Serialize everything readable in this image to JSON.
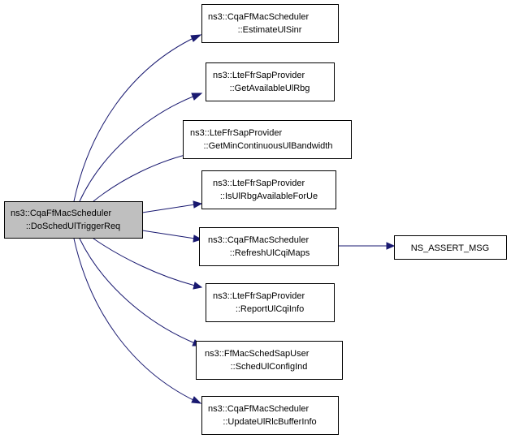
{
  "colors": {
    "node_fill": "#ffffff",
    "node_active_fill": "#bfbfbf",
    "node_border": "#000000",
    "edge": "#191970",
    "text": "#000000"
  },
  "nodes": {
    "root": {
      "line1": "ns3::CqaFfMacScheduler",
      "line2": "::DoSchedUlTriggerReq"
    },
    "estimate": {
      "line1": "ns3::CqaFfMacScheduler",
      "line2": "::EstimateUlSinr"
    },
    "getavail": {
      "line1": "ns3::LteFfrSapProvider",
      "line2": "::GetAvailableUlRbg"
    },
    "getmin": {
      "line1": "ns3::LteFfrSapProvider",
      "line2": "::GetMinContinuousUlBandwidth"
    },
    "isavail": {
      "line1": "ns3::LteFfrSapProvider",
      "line2": "::IsUlRbgAvailableForUe"
    },
    "refresh": {
      "line1": "ns3::CqaFfMacScheduler",
      "line2": "::RefreshUlCqiMaps"
    },
    "report": {
      "line1": "ns3::LteFfrSapProvider",
      "line2": "::ReportUlCqiInfo"
    },
    "schedcfg": {
      "line1": "ns3::FfMacSchedSapUser",
      "line2": "::SchedUlConfigInd"
    },
    "update": {
      "line1": "ns3::CqaFfMacScheduler",
      "line2": "::UpdateUlRlcBufferInfo"
    },
    "assert": {
      "line1": "NS_ASSERT_MSG"
    }
  }
}
